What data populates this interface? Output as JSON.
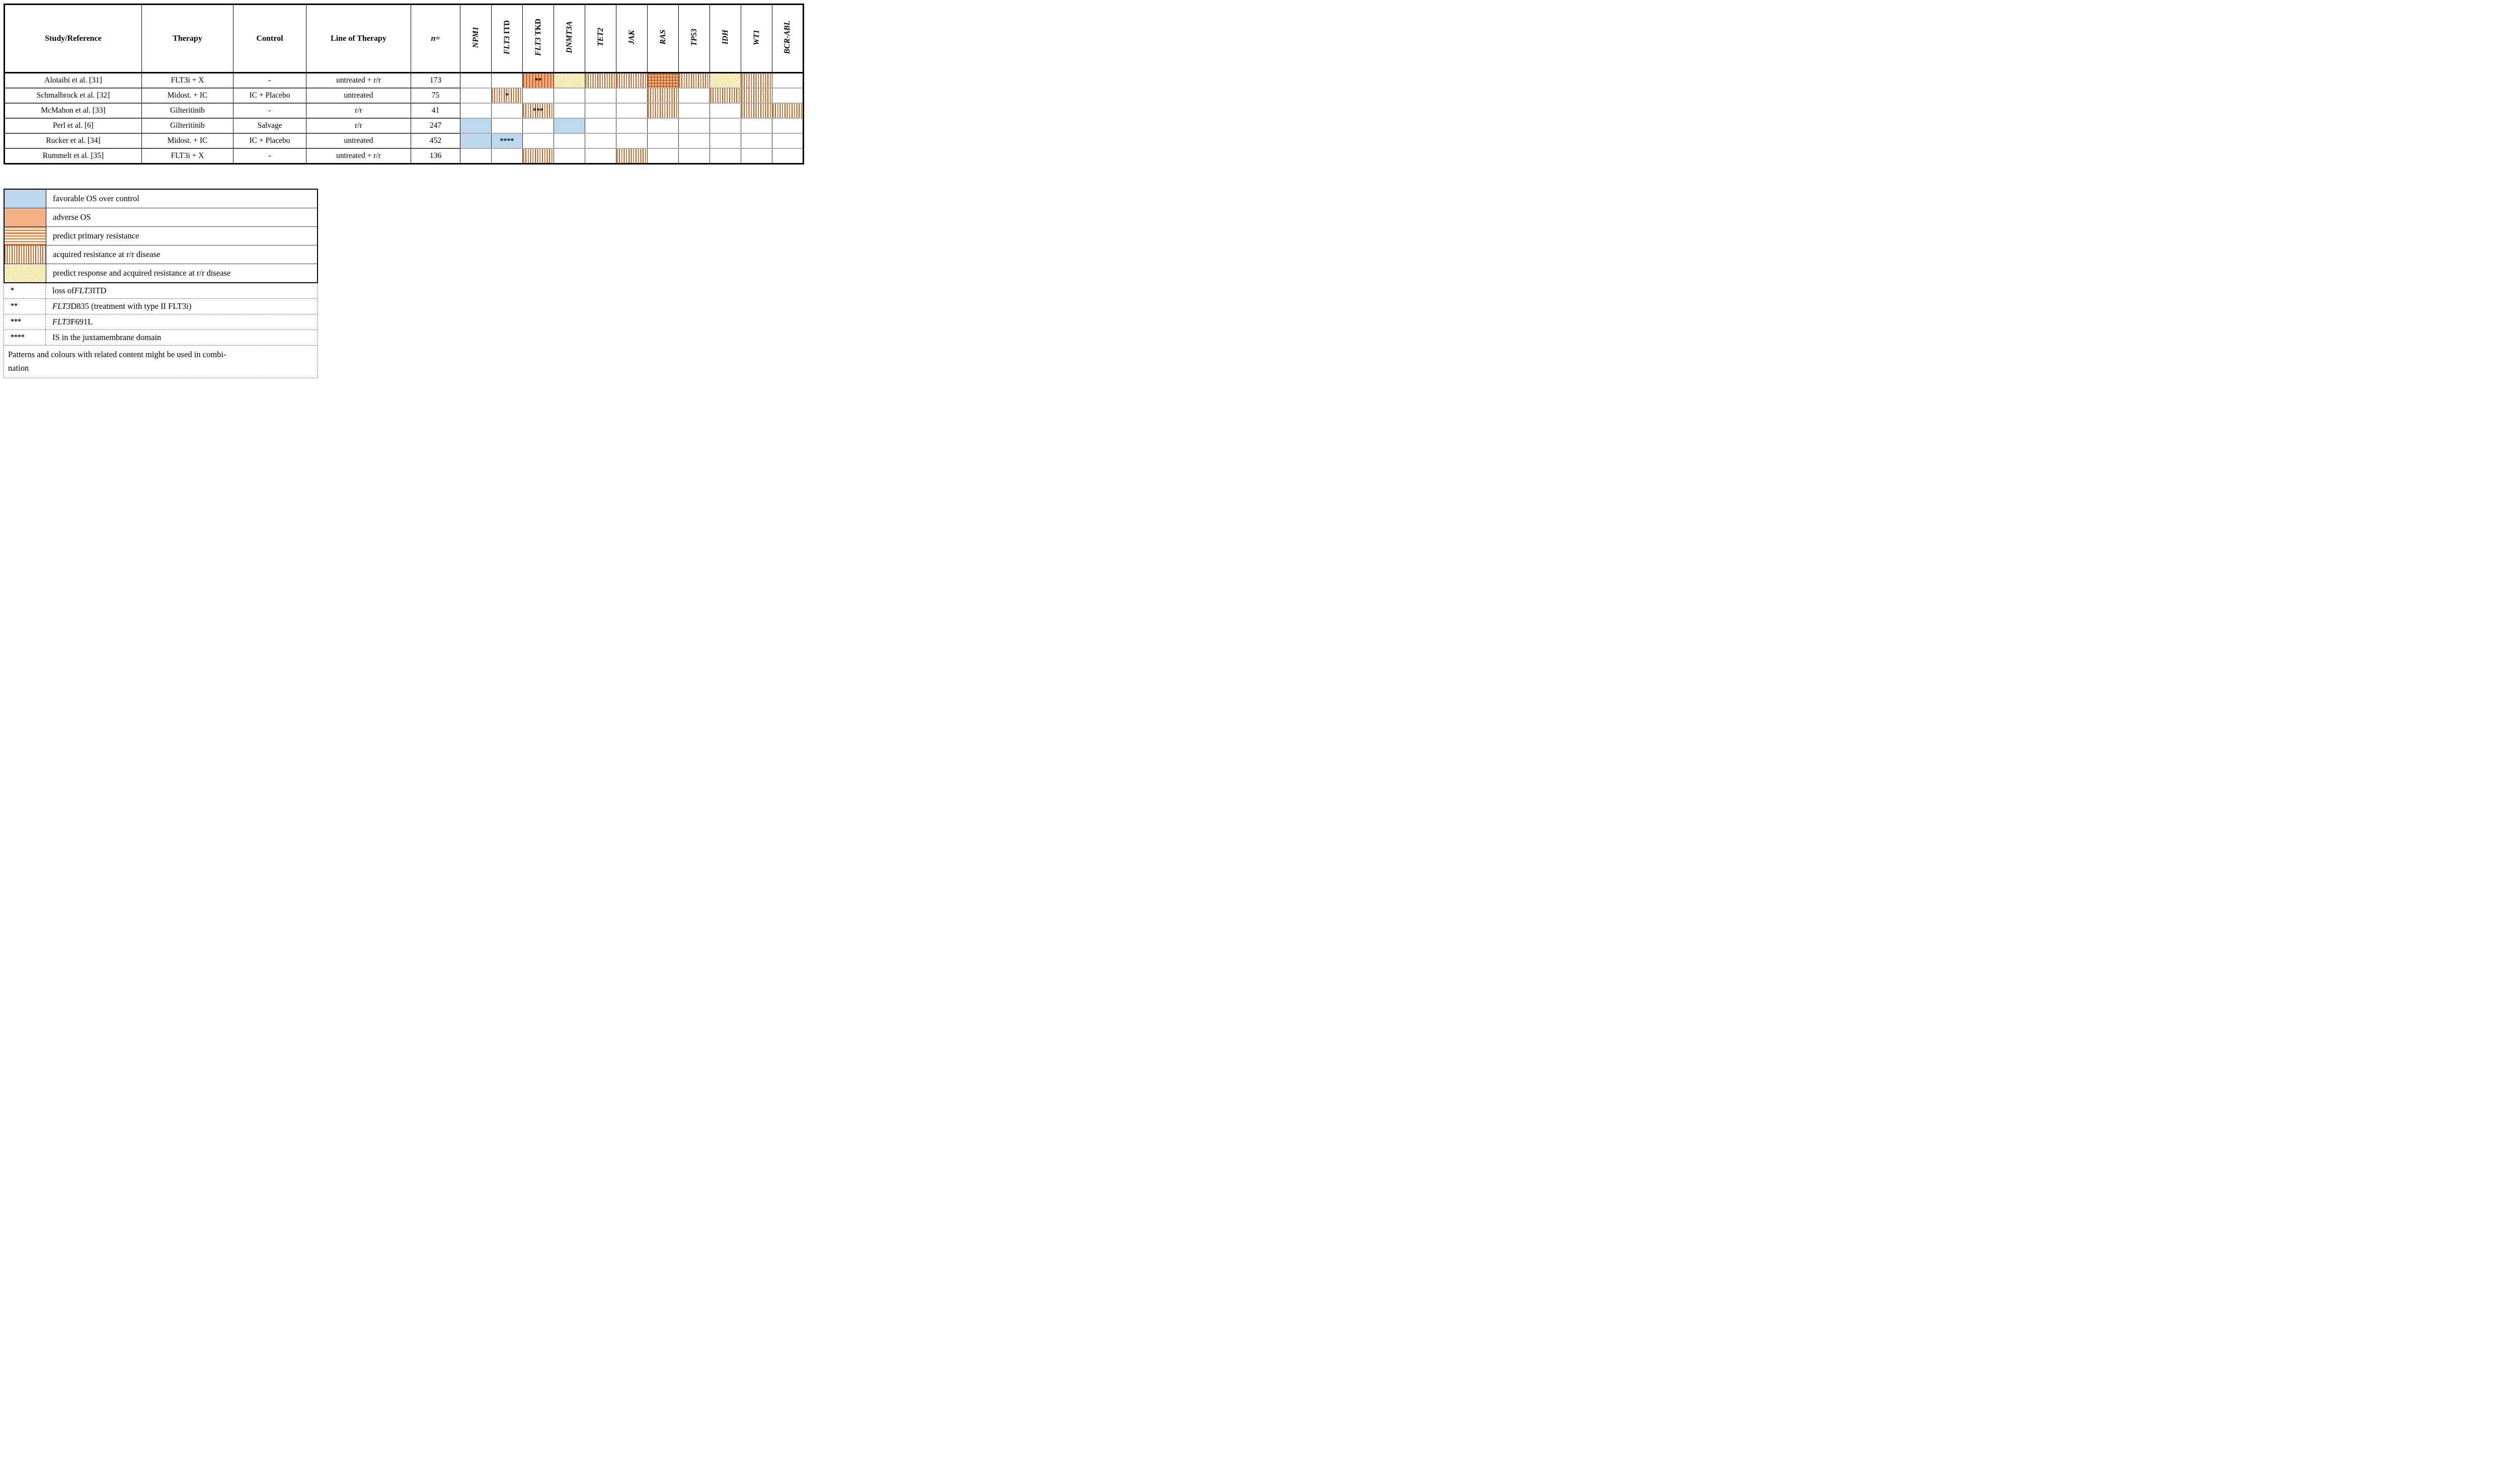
{
  "colors": {
    "favorable_blue": "#BDD7EE",
    "adverse_orange": "#F4B183",
    "stripe_dark_orange": "#C55A11",
    "stripe_mid_orange": "#ED7D31",
    "response_yellow": "#FFD966",
    "combo_light_orange": "#F8CBAD"
  },
  "table": {
    "headers": {
      "study": "Study/Reference",
      "therapy": "Therapy",
      "control": "Control",
      "line": "Line of Therapy"
    },
    "n_header_parts": [
      [
        "n",
        "i"
      ],
      [
        "=",
        "r"
      ]
    ],
    "genes": [
      {
        "parts": [
          [
            "NPM1",
            "i"
          ]
        ]
      },
      {
        "parts": [
          [
            "FLT3",
            "i"
          ],
          [
            " ITD",
            "r"
          ]
        ]
      },
      {
        "parts": [
          [
            "FLT3",
            "i"
          ],
          [
            " TKD",
            "r"
          ]
        ]
      },
      {
        "parts": [
          [
            "DNMT3A",
            "i"
          ]
        ]
      },
      {
        "parts": [
          [
            "TET2",
            "i"
          ]
        ]
      },
      {
        "parts": [
          [
            "JAK",
            "i"
          ]
        ]
      },
      {
        "parts": [
          [
            "RAS",
            "i"
          ]
        ]
      },
      {
        "parts": [
          [
            "TP53",
            "i"
          ]
        ]
      },
      {
        "parts": [
          [
            "IDH",
            "i"
          ]
        ]
      },
      {
        "parts": [
          [
            "WT1",
            "i"
          ]
        ]
      },
      {
        "parts": [
          [
            "BCR-ABL",
            "i"
          ]
        ]
      }
    ],
    "rows": [
      {
        "study": "Alotaibi et al. [31]",
        "therapy": "FLT3i + X",
        "control": "-",
        "line": "untreated + r/r",
        "n": "173",
        "genes": [
          {
            "p": ""
          },
          {
            "p": ""
          },
          {
            "p": "orange_v",
            "m": "**"
          },
          {
            "p": "ydiag"
          },
          {
            "p": "v"
          },
          {
            "p": "v"
          },
          {
            "p": "orange_grid"
          },
          {
            "p": "v"
          },
          {
            "p": "ydiag"
          },
          {
            "p": "v"
          },
          {
            "p": ""
          }
        ]
      },
      {
        "study": "Schmalbrock et al. [32]",
        "therapy": "Midost. + IC",
        "control": "IC + Placebo",
        "line": "untreated",
        "n": "75",
        "genes": [
          {
            "p": ""
          },
          {
            "p": "v",
            "m": "*"
          },
          {
            "p": ""
          },
          {
            "p": ""
          },
          {
            "p": ""
          },
          {
            "p": ""
          },
          {
            "p": "v"
          },
          {
            "p": ""
          },
          {
            "p": "v"
          },
          {
            "p": "v"
          },
          {
            "p": ""
          }
        ]
      },
      {
        "study": "McMahon et al. [33]",
        "therapy": "Gilteritinib",
        "control": "-",
        "line": "r/r",
        "n": "41",
        "genes": [
          {
            "p": ""
          },
          {
            "p": ""
          },
          {
            "p": "v",
            "m": "***"
          },
          {
            "p": ""
          },
          {
            "p": ""
          },
          {
            "p": ""
          },
          {
            "p": "v"
          },
          {
            "p": ""
          },
          {
            "p": ""
          },
          {
            "p": "v"
          },
          {
            "p": "v"
          }
        ]
      },
      {
        "study": "Perl et al. [6]",
        "therapy": "Gilteritinib",
        "control": "Salvage",
        "line": "r/r",
        "n": "247",
        "genes": [
          {
            "p": "blue"
          },
          {
            "p": ""
          },
          {
            "p": ""
          },
          {
            "p": "blue"
          },
          {
            "p": ""
          },
          {
            "p": ""
          },
          {
            "p": ""
          },
          {
            "p": ""
          },
          {
            "p": ""
          },
          {
            "p": ""
          },
          {
            "p": ""
          }
        ]
      },
      {
        "study": "Rucker et al. [34]",
        "therapy": "Midost. + IC",
        "control": "IC + Placebo",
        "line": "untreated",
        "n": "452",
        "genes": [
          {
            "p": "blue"
          },
          {
            "p": "blue",
            "m": "****"
          },
          {
            "p": ""
          },
          {
            "p": ""
          },
          {
            "p": ""
          },
          {
            "p": ""
          },
          {
            "p": ""
          },
          {
            "p": ""
          },
          {
            "p": ""
          },
          {
            "p": ""
          },
          {
            "p": ""
          }
        ]
      },
      {
        "study": "Rummelt et al. [35]",
        "therapy": "FLT3i + X",
        "control": "-",
        "line": "untreated + r/r",
        "n": "136",
        "genes": [
          {
            "p": ""
          },
          {
            "p": ""
          },
          {
            "p": "v"
          },
          {
            "p": ""
          },
          {
            "p": ""
          },
          {
            "p": "v"
          },
          {
            "p": ""
          },
          {
            "p": ""
          },
          {
            "p": ""
          },
          {
            "p": ""
          },
          {
            "p": ""
          }
        ]
      }
    ]
  },
  "legend": {
    "color_rows": [
      {
        "pattern": "blue",
        "label": [
          [
            "favorable OS over control",
            "r"
          ]
        ]
      },
      {
        "pattern": "orange",
        "label": [
          [
            "adverse OS",
            "r"
          ]
        ]
      },
      {
        "pattern": "hstripes",
        "label": [
          [
            "predict primary resistance",
            "r"
          ]
        ]
      },
      {
        "pattern": "vstripes",
        "label": [
          [
            "acquired resistance at r/r disease",
            "r"
          ]
        ]
      },
      {
        "pattern": "ydiag",
        "label": [
          [
            "predict response and acquired resistance at r/r disease",
            "r"
          ]
        ]
      }
    ],
    "marker_rows": [
      {
        "symbol": "*",
        "label": [
          [
            "loss of ",
            "r"
          ],
          [
            "FLT3",
            "i"
          ],
          [
            " ITD",
            "r"
          ]
        ]
      },
      {
        "symbol": "**",
        "label": [
          [
            "FLT3",
            "i"
          ],
          [
            " D835 (treatment with type II FLT3i)",
            "r"
          ]
        ]
      },
      {
        "symbol": "***",
        "label": [
          [
            "FLT3",
            "i"
          ],
          [
            " F691L",
            "r"
          ]
        ]
      },
      {
        "symbol": "****",
        "label": [
          [
            "IS in the juxtamembrane domain",
            "r"
          ]
        ]
      }
    ],
    "note_lines": [
      "Patterns and colours with related content might be used in combi-",
      "nation"
    ]
  }
}
